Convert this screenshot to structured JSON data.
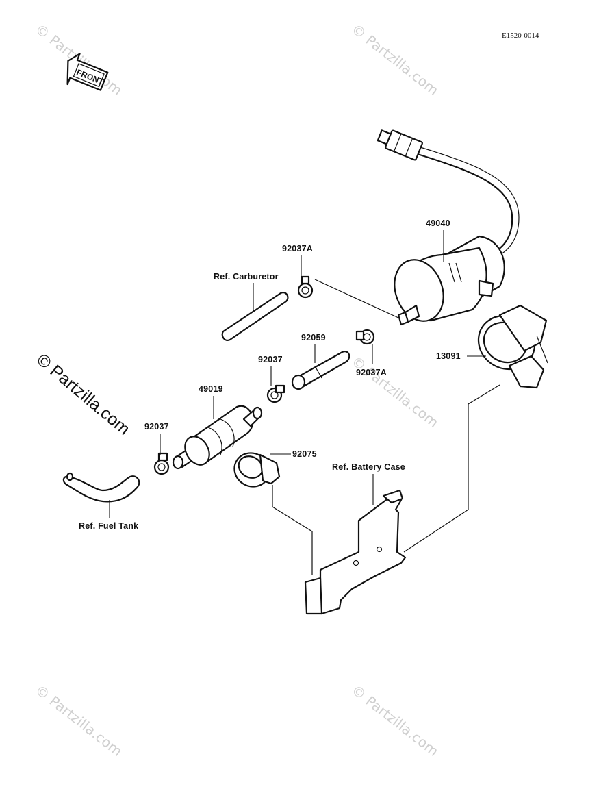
{
  "diagram_code": "E1520-0014",
  "front_arrow_text": "FRONT",
  "watermarks": {
    "corner_text": "© Partzilla.com",
    "left_text": "© Partzilla.com"
  },
  "labels": {
    "fuel_pump": "49040",
    "clamp_92037A_top": "92037A",
    "ref_carburetor": "Ref. Carburetor",
    "hose_92059": "92059",
    "clamp_92037A_right": "92037A",
    "clamp_92037_mid": "92037",
    "fuel_filter": "49019",
    "clamp_92037_left": "92037",
    "damper_13091": "13091",
    "holder_92075": "92075",
    "ref_battery_case": "Ref. Battery Case",
    "ref_fuel_tank": "Ref. Fuel Tank"
  },
  "colors": {
    "line": "#111111",
    "watermark": "#cfcfcf",
    "background": "#ffffff"
  }
}
